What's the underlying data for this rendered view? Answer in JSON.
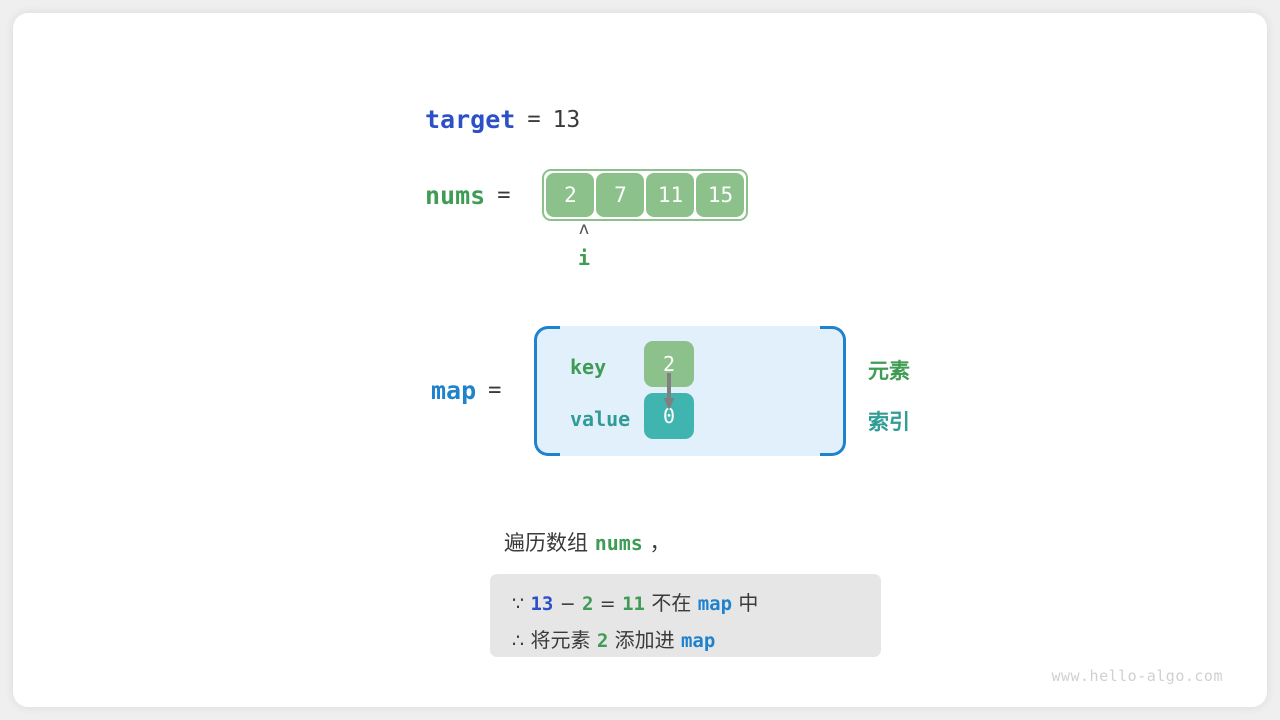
{
  "target": {
    "label": "target",
    "equals": "=",
    "value": "13"
  },
  "nums": {
    "label": "nums",
    "equals": "=",
    "cells": [
      "2",
      "7",
      "11",
      "15"
    ],
    "pointer": {
      "caret": "ʌ",
      "name": "i",
      "index": 0
    }
  },
  "map": {
    "label": "map",
    "equals": "=",
    "key_label": "key",
    "value_label": "value",
    "key_cell": "2",
    "value_cell": "0",
    "note_element": "元素",
    "note_index": "索引"
  },
  "caption": {
    "line": {
      "prefix": "遍历数组",
      "mono": "nums",
      "suffix": "，"
    },
    "row1": {
      "symbol": "∵",
      "a": "13",
      "minus": "−",
      "b": "2",
      "eq": "=",
      "c": "11",
      "text1": "不在",
      "mono": "map",
      "text2": "中"
    },
    "row2": {
      "symbol": "∴",
      "text1": "将元素",
      "n": "2",
      "text2": "添加进",
      "mono": "map"
    }
  },
  "watermark": "www.hello-algo.com",
  "colors": {
    "var_blue": "#2b50c8",
    "var_skyblue": "#1f82cd",
    "var_green": "#3f9c54",
    "var_teal": "#2f9c95",
    "array_cell": "#8cc18c",
    "value_cell": "#40b5b0",
    "map_fill": "#e2f0fb",
    "caption_bg": "#e6e6e6",
    "arrow": "#808080"
  }
}
